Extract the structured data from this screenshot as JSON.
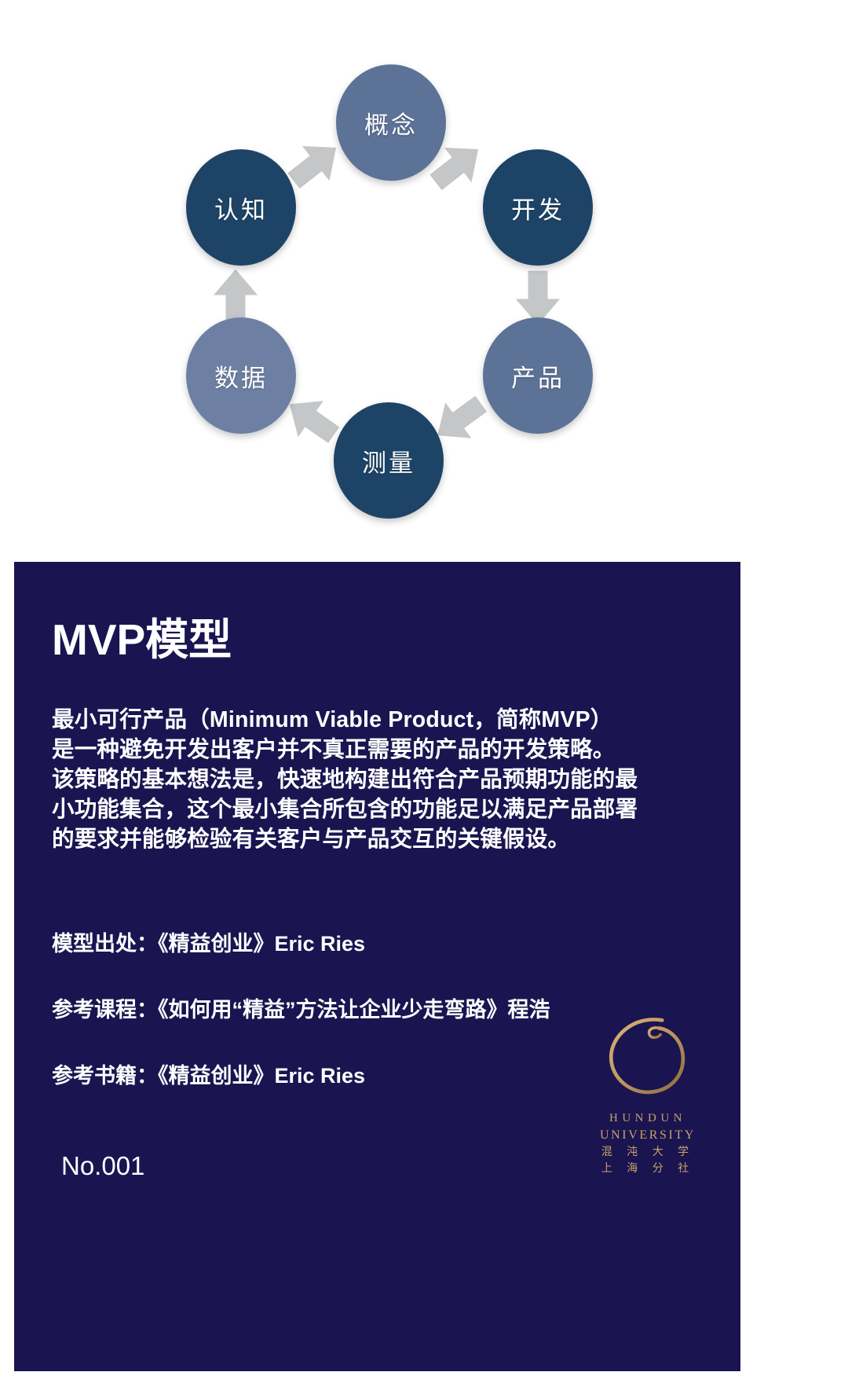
{
  "diagram": {
    "name": "mvp-build-measure-learn-cycle",
    "nodes": [
      {
        "id": "gainian",
        "label": "概念",
        "color": "#5c7297"
      },
      {
        "id": "kaifa",
        "label": "开发",
        "color": "#1d4466"
      },
      {
        "id": "chanpin",
        "label": "产品",
        "color": "#5c7297"
      },
      {
        "id": "celiang",
        "label": "测量",
        "color": "#1d4466"
      },
      {
        "id": "shuju",
        "label": "数据",
        "color": "#6d80a3"
      },
      {
        "id": "renzhi",
        "label": "认知",
        "color": "#1d4466"
      }
    ],
    "arrow_color": "#c4c6c8",
    "flow": [
      "概念",
      "开发",
      "产品",
      "测量",
      "数据",
      "认知",
      "概念"
    ]
  },
  "content": {
    "title": "MVP模型",
    "body_lines": [
      "最小可行产品（Minimum Viable Product，简称MVP）",
      "是一种避免开发出客户并不真正需要的产品的开发策略。",
      "该策略的基本想法是，快速地构建出符合产品预期功能的最",
      "小功能集合，这个最小集合所包含的功能足以满足产品部署",
      "的要求并能够检验有关客户与产品交互的关键假设。"
    ],
    "references": [
      "模型出处：《精益创业》Eric Ries",
      "参考课程：《如何用“精益”方法让企业少走弯路》程浩",
      "参考书籍：《精益创业》Eric Ries"
    ],
    "page_number": "No.001"
  },
  "logo": {
    "mark": "enso-circle-mark",
    "line_en_1": "HUNDUN",
    "line_en_2": "UNIVERSITY",
    "line_cn_1": "混 沌 大 学",
    "line_cn_2": "上 海 分 社",
    "color": "#c8a36a"
  },
  "colors": {
    "panel_background": "#1a1450",
    "page_background": "#ffffff",
    "text": "#ffffff",
    "accent_gold": "#c8a36a"
  }
}
